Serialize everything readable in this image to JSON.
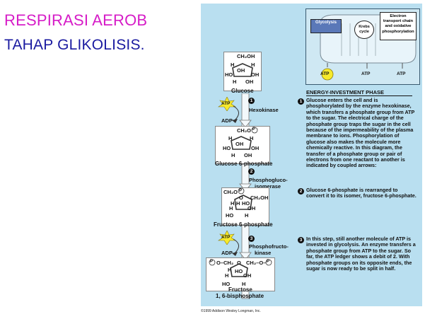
{
  "title": {
    "line1": "RESPIRASI AEROB",
    "line2": "TAHAP GLIKOLISIS."
  },
  "overview": {
    "glycolysis": "Glycolysis",
    "krebs_line1": "Krebs",
    "krebs_line2": "cycle",
    "etc_line1": "Electron",
    "etc_line2": "transport chain",
    "etc_line3": "and oxidative",
    "etc_line4": "phosphorylation",
    "atp": "ATP"
  },
  "phase_title": "ENERGY-INVESTMENT PHASE",
  "molecules": {
    "glucose": "Glucose",
    "g6p": "Glucose 6-phosphate",
    "f6p": "Fructose 6-phosphate",
    "f16bp_line1": "Fructose",
    "f16bp_line2": "1, 6-bisphosphate"
  },
  "steps": [
    {
      "number": "1",
      "enzyme_line1": "Hexokinase",
      "enzyme_line2": "",
      "description": "Glucose enters the cell and is phosphorylated by the enzyme hexokinase, which transfers a phosphate group from ATP to the sugar. The electrical charge of the phosphate group traps the sugar in the cell because of the impermeability of the plasma membrane to ions. Phosphorylation of glucose also makes the molecule more chemically reactive. In this diagram, the transfer of a phosphate group or pair of electrons from one reactant to another is indicated by coupled arrows:"
    },
    {
      "number": "2",
      "enzyme_line1": "Phosphogluco-",
      "enzyme_line2": "isomerase",
      "description": "Glucose 6-phosphate is rearranged to convert it to its isomer, fructose 6-phosphate."
    },
    {
      "number": "3",
      "enzyme_line1": "Phosphofructo-",
      "enzyme_line2": "kinase",
      "description": "In this step, still another molecule of ATP is invested in glycolysis. An enzyme transfers a phosphate group from ATP to the sugar. So far, the ATP ledger shows a debit of 2. With phosphate groups on its opposite ends, the sugar is now ready to be split in half."
    }
  ],
  "cofactors": {
    "atp": "ATP",
    "adp": "ADP"
  },
  "structure_labels": {
    "ch2oh": "CH₂OH",
    "ch2o": "CH₂O",
    "p": "P",
    "o": "O",
    "h": "H",
    "oh": "OH",
    "ho": "HO",
    "o_ch2": "O–CH₂",
    "ch2_o": "CH₂–O–",
    "ho_letter": "HO"
  },
  "copyright": "©1999 Addison Wesley Longman, Inc."
}
